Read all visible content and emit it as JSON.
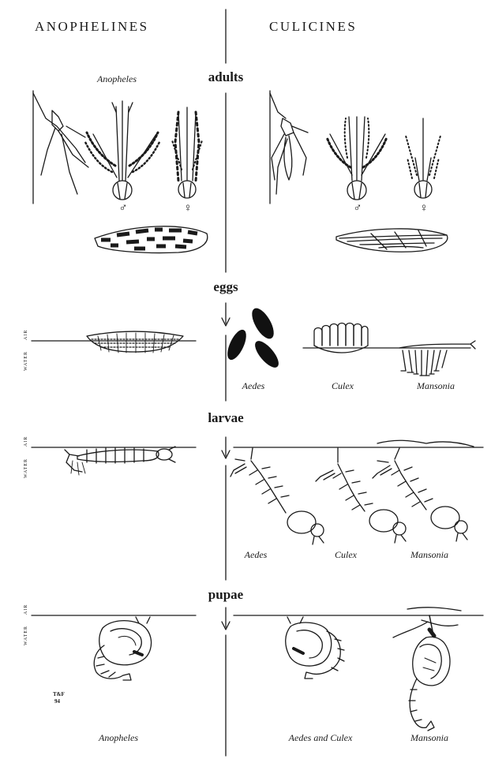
{
  "headers": {
    "left": "ANOPHELINES",
    "right": "CULICINES"
  },
  "stages": {
    "adults": "adults",
    "eggs": "eggs",
    "larvae": "larvae",
    "pupae": "pupae"
  },
  "adults": {
    "anopheles_label": "Anopheles",
    "male_symbol": "♂",
    "female_symbol": "♀"
  },
  "eggs": {
    "aedes": "Aedes",
    "culex": "Culex",
    "mansonia": "Mansonia"
  },
  "larvae": {
    "aedes": "Aedes",
    "culex": "Culex",
    "mansonia": "Mansonia"
  },
  "pupae": {
    "anopheles": "Anopheles",
    "aedes_culex": "Aedes and Culex",
    "mansonia": "Mansonia"
  },
  "water_air": {
    "air": "AIR",
    "water": "WATER"
  },
  "signature": {
    "line1": "T&F",
    "line2": "94"
  }
}
